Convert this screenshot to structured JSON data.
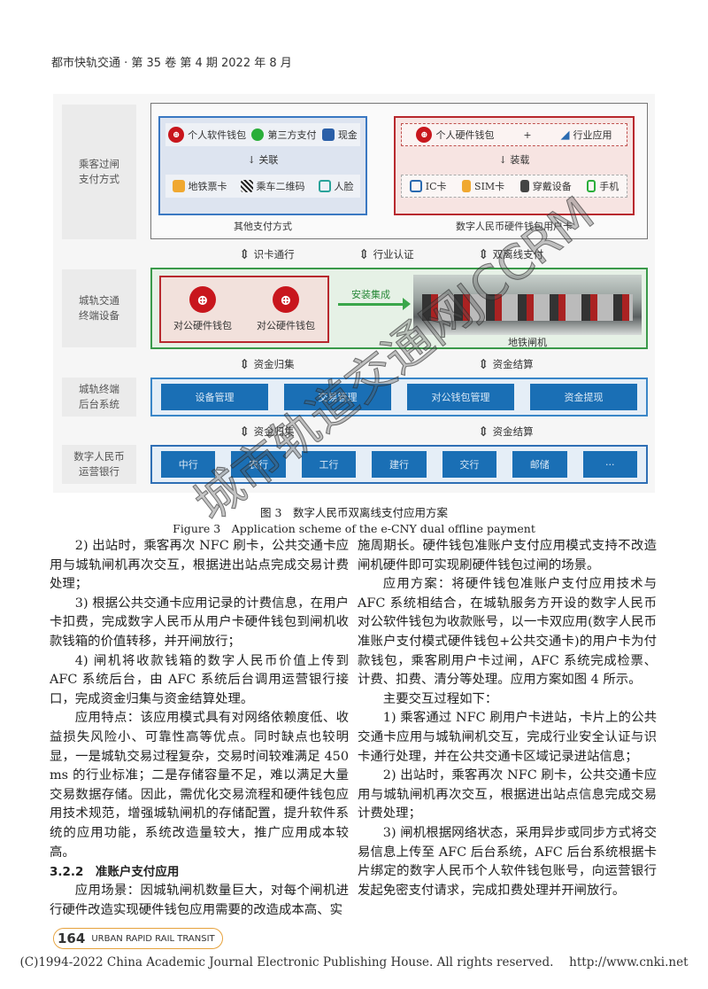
{
  "header": "都市快轨交通 · 第 35 卷 第 4 期 2022 年 8 月",
  "figure": {
    "row1": {
      "label": "乘客过闸\n支付方式",
      "blue": {
        "items_top": [
          "个人软件钱包",
          "第三方支付",
          "现金"
        ],
        "link": "关联",
        "items_bottom": [
          "地铁票卡",
          "乘车二维码",
          "人脸"
        ],
        "caption": "其他支付方式"
      },
      "red": {
        "top_left": "个人硬件钱包",
        "plus": "+",
        "top_right": "行业应用",
        "link": "装载",
        "items_bottom": [
          "IC卡",
          "SIM卡",
          "穿戴设备",
          "手机"
        ],
        "caption": "数字人民币硬件钱包用户卡"
      }
    },
    "arrows1": [
      "识卡通行",
      "行业认证",
      "双离线支付"
    ],
    "row2": {
      "label": "城轨交通\n终端设备",
      "wallets": [
        "对公硬件钱包",
        "对公硬件钱包"
      ],
      "install": "安装集成",
      "gate": "地铁闸机"
    },
    "arrows2": [
      "资金归集",
      "资金结算"
    ],
    "row3": {
      "label": "城轨终端\n后台系统",
      "buttons": [
        "设备管理",
        "交易管理",
        "对公钱包管理",
        "资金提现"
      ]
    },
    "arrows3": [
      "资金归集",
      "资金结算"
    ],
    "row4": {
      "label": "数字人民币\n运营银行",
      "banks": [
        "中行",
        "农行",
        "工行",
        "建行",
        "交行",
        "邮储",
        "···"
      ]
    },
    "ecny_glyph": "⊕"
  },
  "caption_cn": "图 3　数字人民币双离线支付应用方案",
  "caption_en": "Figure 3　Application scheme of the e-CNY dual offline payment",
  "left_col": [
    {
      "type": "p",
      "text": "2) 出站时，乘客再次 NFC 刷卡，公共交通卡应用与城轨闸机再次交互，根据进出站点完成交易计费处理；"
    },
    {
      "type": "p",
      "text": "3) 根据公共交通卡应用记录的计费信息，在用户卡扣费，完成数字人民币从用户卡硬件钱包到闸机收款钱箱的价值转移，并开闸放行；"
    },
    {
      "type": "p",
      "text": "4) 闸机将收款钱箱的数字人民币价值上传到 AFC 系统后台，由 AFC 系统后台调用运营银行接口，完成资金归集与资金结算处理。"
    },
    {
      "type": "p",
      "text": "应用特点：该应用模式具有对网络依赖度低、收益损失风险小、可靠性高等优点。同时缺点也较明显，一是城轨交易过程复杂，交易时间较难满足 450 ms 的行业标准；二是存储容量不足，难以满足大量交易数据存储。因此，需优化交易流程和硬件钱包应用技术规范，增强城轨闸机的存储配置，提升软件系统的应用功能，系统改造量较大，推广应用成本较高。"
    },
    {
      "type": "h",
      "text": "3.2.2　准账户支付应用"
    },
    {
      "type": "p",
      "text": "应用场景：因城轨闸机数量巨大，对每个闸机进行硬件改造实现硬件钱包应用需要的改造成本高、实"
    }
  ],
  "right_col": [
    {
      "type": "c",
      "text": "施周期长。硬件钱包准账户支付应用模式支持不改造闸机硬件即可实现刷硬件钱包过闸的场景。"
    },
    {
      "type": "p",
      "text": "应用方案：将硬件钱包准账户支付应用技术与 AFC 系统相结合，在城轨服务方开设的数字人民币对公软件钱包为收款账号，以一卡双应用(数字人民币准账户支付模式硬件钱包+公共交通卡)的用户卡为付款钱包，乘客刷用户卡过闸，AFC 系统完成检票、计费、扣费、清分等处理。应用方案如图 4 所示。"
    },
    {
      "type": "p",
      "text": "主要交互过程如下："
    },
    {
      "type": "p",
      "text": "1) 乘客通过 NFC 刷用户卡进站，卡片上的公共交通卡应用与城轨闸机交互，完成行业安全认证与识卡通行处理，并在公共交通卡区域记录进站信息；"
    },
    {
      "type": "p",
      "text": "2) 出站时，乘客再次 NFC 刷卡，公共交通卡应用与城轨闸机再次交互，根据进出站点信息完成交易计费处理；"
    },
    {
      "type": "p",
      "text": "3) 闸机根据网络状态，采用异步或同步方式将交易信息上传至 AFC 后台系统，AFC 后台系统根据卡片绑定的数字人民币个人软件钱包账号，向运营银行发起免密支付请求，完成扣费处理并开闸放行。"
    }
  ],
  "footer": {
    "page": "164",
    "journal": "URBAN RAPID RAIL TRANSIT",
    "copyright": "(C)1994-2022 China Academic Journal Electronic Publishing House. All rights reserved.　 http://www.cnki.net"
  },
  "watermark": "城市轨道交通网JCCRM"
}
